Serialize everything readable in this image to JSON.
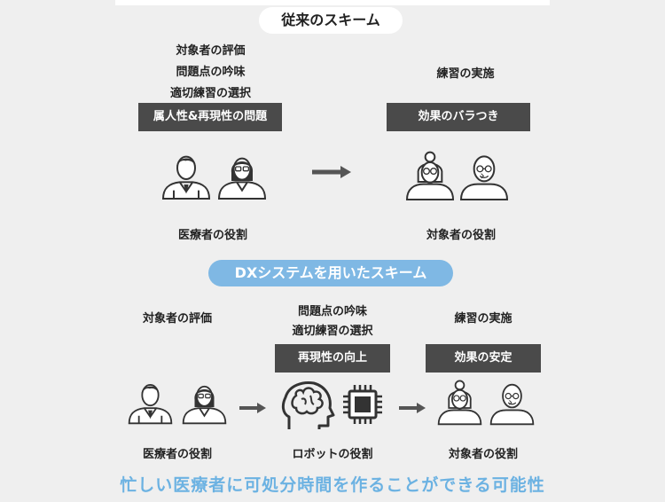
{
  "traditional": {
    "title": "従来のスキーム",
    "staff_tasks": [
      "対象者の評価",
      "問題点の吟味",
      "適切練習の選択"
    ],
    "staff_issue": "属人性&再現性の問題",
    "staff_role": "医療者の役割",
    "subject_task": "練習の実施",
    "subject_issue": "効果のバラつき",
    "subject_role": "対象者の役割"
  },
  "dx": {
    "title": "DXシステムを用いたスキーム",
    "staff_task": "対象者の評価",
    "staff_role": "医療者の役割",
    "robot_tasks": [
      "問題点の吟味",
      "適切練習の選択"
    ],
    "robot_benefit": "再現性の向上",
    "robot_role": "ロボットの役割",
    "subject_task": "練習の実施",
    "subject_benefit": "効果の安定",
    "subject_role": "対象者の役割"
  },
  "footer": "忙しい医療者に可処分時間を作ることができる可能性",
  "icons": [
    "doctor-icon",
    "nurse-icon",
    "elderly-woman-icon",
    "elderly-man-icon",
    "brain-head-icon",
    "cpu-chip-icon",
    "arrow-right-icon"
  ],
  "colors": {
    "background": "#efefef",
    "box": "#4a4a4a",
    "accent_blue": "#7fb8e4",
    "footer_text": "#6cb2e2",
    "arrow": "#555555"
  }
}
